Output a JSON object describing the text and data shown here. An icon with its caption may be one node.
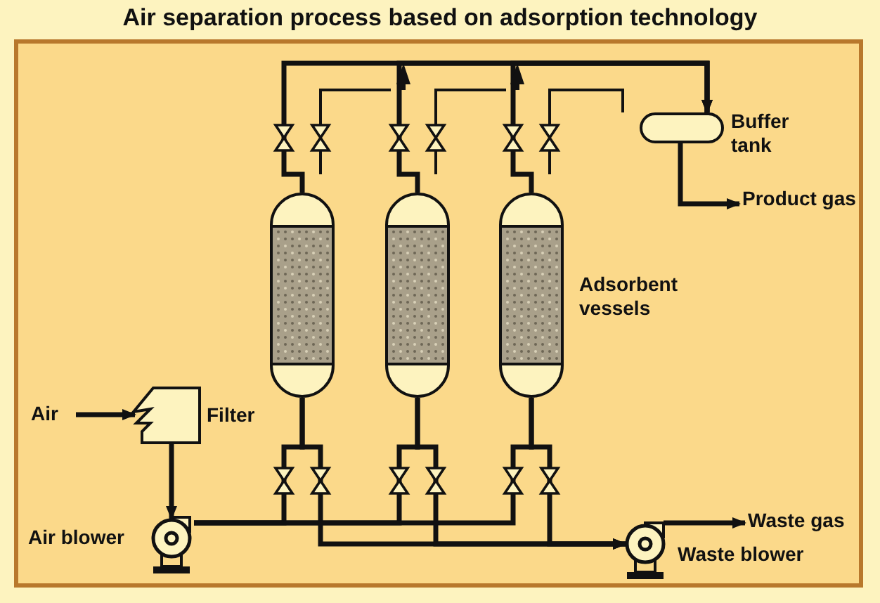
{
  "diagram": {
    "title": "Air separation process based on adsorption technology",
    "nodes": [
      {
        "text": [
          "Air"
        ]
      },
      {
        "text": [
          "Filter"
        ]
      },
      {
        "text": [
          "Air blower"
        ]
      },
      {
        "text": [],
        "shape": "cylinder"
      },
      {
        "text": [],
        "shape": "cylinder"
      },
      {
        "text": [],
        "shape": "cylinder"
      },
      {
        "text": [
          "Buffer tank"
        ]
      },
      {
        "text": [
          "Product gas"
        ]
      },
      {
        "text": [
          "Waste blower"
        ]
      },
      {
        "text": [
          "Waste gas"
        ]
      }
    ],
    "edges": [
      {
        "from": 0,
        "to": 1,
        "arrow": "to"
      },
      {
        "from": 1,
        "to": 2,
        "arrow": "to"
      },
      {
        "from": 2,
        "to": 3,
        "arrow": "none"
      },
      {
        "from": 2,
        "to": 4,
        "arrow": "none"
      },
      {
        "from": 2,
        "to": 5,
        "arrow": "none"
      },
      {
        "from": 3,
        "to": 6,
        "arrow": "to"
      },
      {
        "from": 4,
        "to": 6,
        "arrow": "to"
      },
      {
        "from": 5,
        "to": 6,
        "arrow": "to"
      },
      {
        "from": 3,
        "to": 8,
        "arrow": "to"
      },
      {
        "from": 4,
        "to": 8,
        "arrow": "to"
      },
      {
        "from": 5,
        "to": 8,
        "arrow": "to"
      },
      {
        "from": 6,
        "to": 7,
        "arrow": "to"
      },
      {
        "from": 8,
        "to": 9,
        "arrow": "to"
      }
    ],
    "labels": [
      "Adsorbent vessels"
    ]
  }
}
